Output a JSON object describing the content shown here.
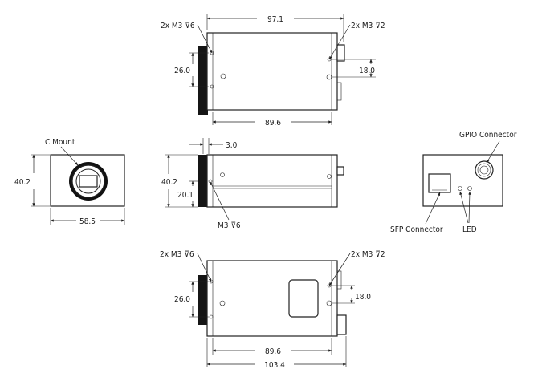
{
  "diagram": {
    "top_view": {
      "dim_length": "97.1",
      "dim_body": "89.6",
      "dim_height": "26.0",
      "dim_right": "18.0",
      "screw_left": "2x M3 ⊽6",
      "screw_right": "2x M3 ⊽2"
    },
    "front_view": {
      "mount_label": "C Mount",
      "dim_height": "40.2",
      "dim_width": "58.5"
    },
    "side_view": {
      "dim_flange": "3.0",
      "dim_height": "40.2",
      "dim_center": "20.1",
      "screw_label": "M3 ⊽6"
    },
    "back_view": {
      "gpio_label": "GPIO Connector",
      "sfp_label": "SFP Connector",
      "led_label": "LED"
    },
    "bottom_view": {
      "dim_body": "89.6",
      "dim_total": "103.4",
      "dim_height": "26.0",
      "dim_right": "18.0",
      "screw_left": "2x M3 ⊽6",
      "screw_right": "2x M3 ⊽2"
    }
  }
}
